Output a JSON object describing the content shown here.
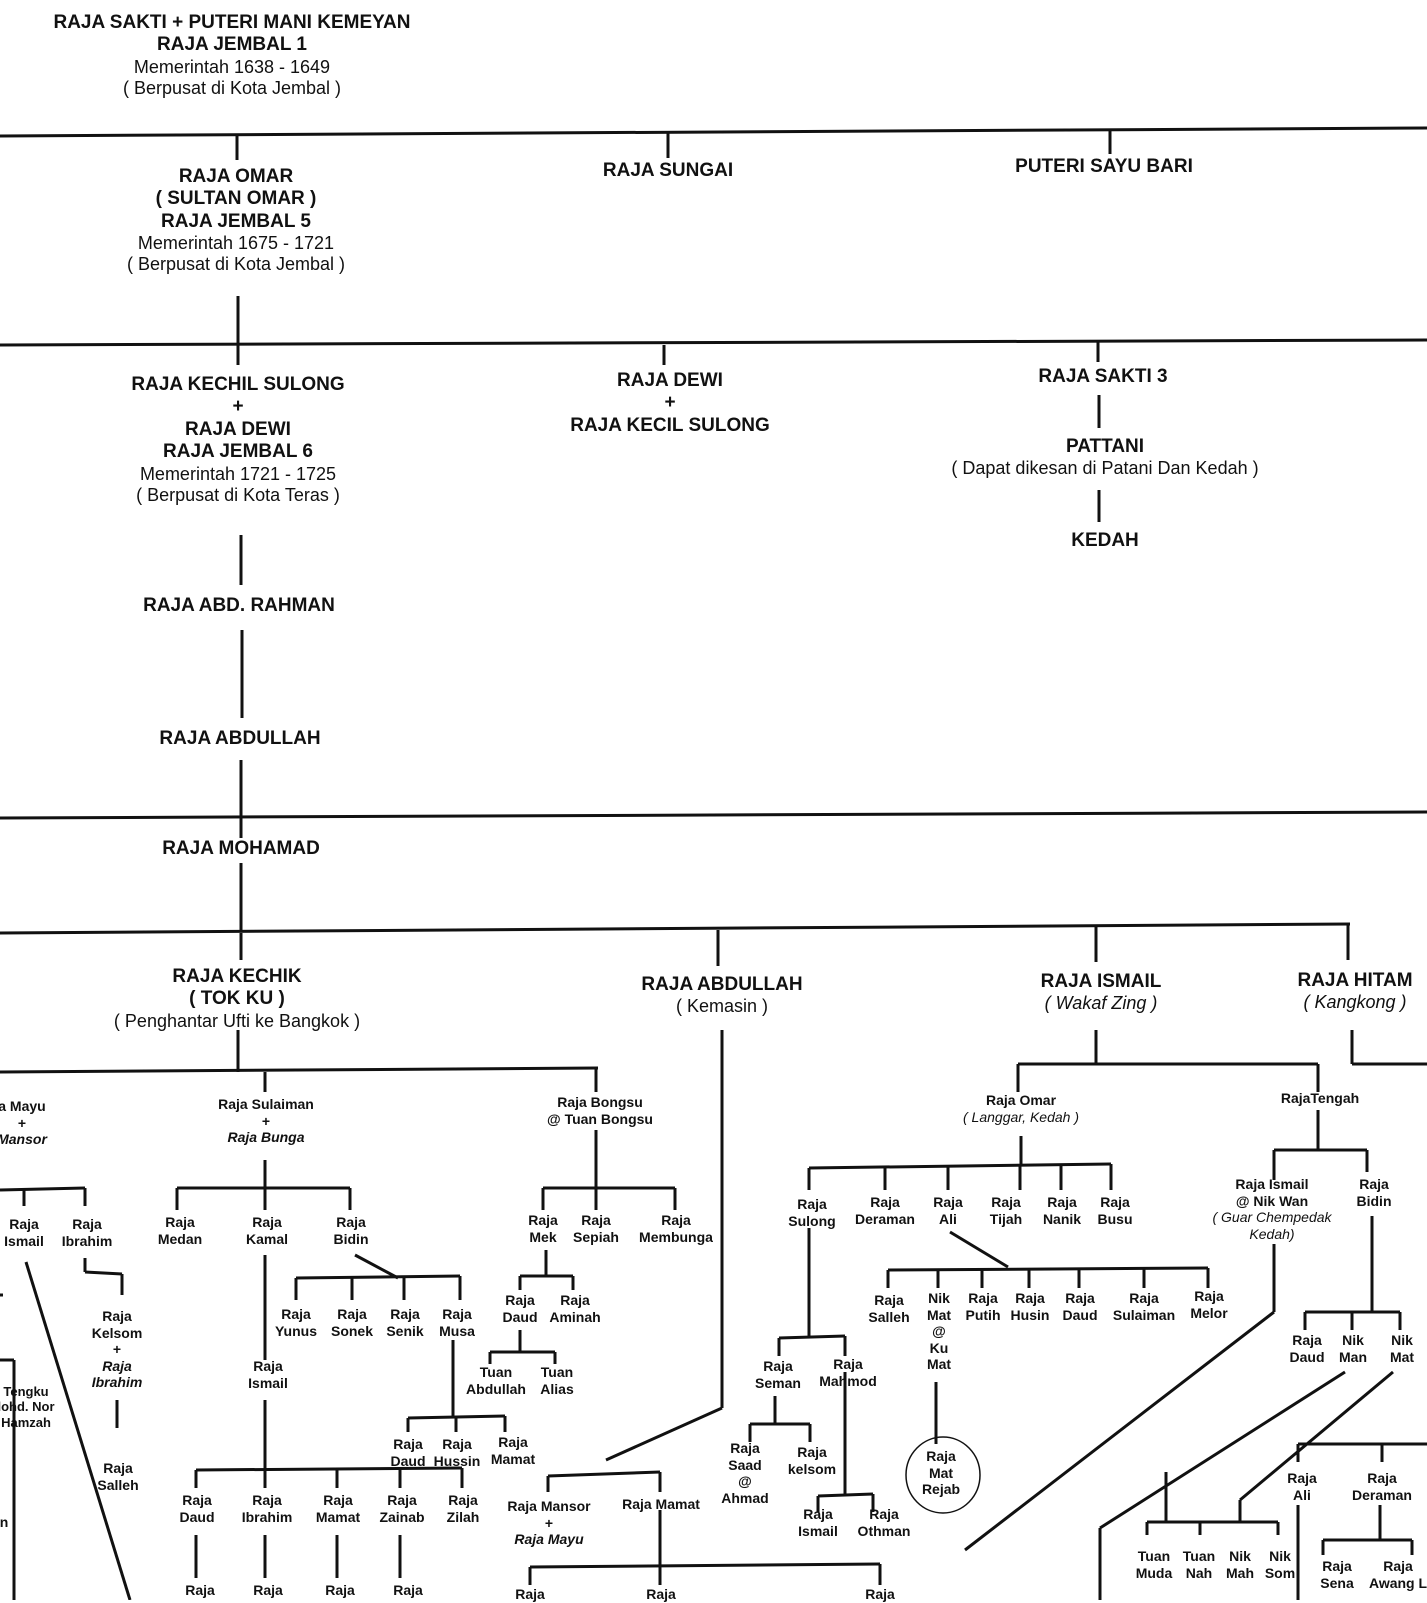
{
  "top": {
    "line1": "RAJA SAKTI + PUTERI MANI KEMEYAN",
    "line2": "RAJA JEMBAL 1",
    "line3": "Memerintah 1638 - 1649",
    "line4": "( Berpusat di Kota Jembal )"
  },
  "gen2": {
    "omar": [
      "RAJA OMAR",
      "( SULTAN OMAR )",
      "RAJA JEMBAL 5",
      "Memerintah 1675 - 1721",
      "( Berpusat di Kota Jembal )"
    ],
    "sungai": "RAJA SUNGAI",
    "sayu_bari": "PUTERI SAYU BARI"
  },
  "gen3": {
    "kechil_sulong": [
      "RAJA KECHIL SULONG",
      "+",
      "RAJA DEWI",
      "RAJA JEMBAL 6",
      "Memerintah 1721 - 1725",
      "( Berpusat di Kota Teras )"
    ],
    "dewi": [
      "RAJA DEWI",
      "+",
      "RAJA KECIL SULONG"
    ],
    "sakti3": "RAJA SAKTI 3",
    "pattani": "PATTANI",
    "pattani_note": "( Dapat dikesan di Patani Dan Kedah )",
    "kedah": "KEDAH",
    "abd_rahman": "RAJA ABD. RAHMAN",
    "abdullah": "RAJA ABDULLAH",
    "mohamad": "RAJA MOHAMAD"
  },
  "gen4": {
    "kechik": [
      "RAJA KECHIK",
      "( TOK KU )",
      "( Penghantar Ufti ke Bangkok )"
    ],
    "abdullah_kemasin": [
      "RAJA ABDULLAH",
      "( Kemasin )"
    ],
    "ismail": [
      "RAJA ISMAIL",
      "( Wakaf Zing )"
    ],
    "hitam": [
      "RAJA HITAM",
      "( Kangkong )"
    ]
  },
  "gen5": {
    "mayu": [
      "a Mayu",
      "+",
      "Mansor"
    ],
    "sulaiman": [
      "Raja Sulaiman",
      "+",
      "Raja Bunga"
    ],
    "bongsu": [
      "Raja Bongsu",
      "@ Tuan Bongsu"
    ],
    "omar_langgar": [
      "Raja Omar",
      "( Langgar, Kedah )"
    ],
    "tengah": "RajaTengah"
  },
  "gen6": {
    "raja_ismail_left": [
      "Raja",
      "Ismail"
    ],
    "raja_ibrahim_left": [
      "Raja",
      "Ibrahim"
    ],
    "medan": [
      "Raja",
      "Medan"
    ],
    "kamal": [
      "Raja",
      "Kamal"
    ],
    "bidin": [
      "Raja",
      "Bidin"
    ],
    "mek": [
      "Raja",
      "Mek"
    ],
    "sepiah": [
      "Raja",
      "Sepiah"
    ],
    "membunga": [
      "Raja",
      "Membunga"
    ],
    "sulong": [
      "Raja",
      "Sulong"
    ],
    "deraman": [
      "Raja",
      "Deraman"
    ],
    "ali": [
      "Raja",
      "Ali"
    ],
    "tijah": [
      "Raja",
      "Tijah"
    ],
    "nanik": [
      "Raja",
      "Nanik"
    ],
    "busu": [
      "Raja",
      "Busu"
    ],
    "ismail_nikwan": [
      "Raja Ismail",
      "@ Nik Wan",
      "( Guar Chempedak",
      "Kedah)"
    ],
    "bidin_right": [
      "Raja",
      "Bidin"
    ]
  },
  "gen7": {
    "kelsom": [
      "Raja",
      "Kelsom",
      "+",
      "Raja",
      "Ibrahim"
    ],
    "tengku": [
      "Tengku",
      "lohd. Nor",
      "Hamzah"
    ],
    "yunus": [
      "Raja",
      "Yunus"
    ],
    "sonek": [
      "Raja",
      "Sonek"
    ],
    "senik": [
      "Raja",
      "Senik"
    ],
    "musa": [
      "Raja",
      "Musa"
    ],
    "kamal_ismail": [
      "Raja",
      "Ismail"
    ],
    "daud_b": [
      "Raja",
      "Daud"
    ],
    "aminah": [
      "Raja",
      "Aminah"
    ],
    "tuan_abdullah": [
      "Tuan",
      "Abdullah"
    ],
    "tuan_alias": [
      "Tuan",
      "Alias"
    ],
    "seman": [
      "Raja",
      "Seman"
    ],
    "mahmod": [
      "Raja",
      "Mahmod"
    ],
    "salleh_i": [
      "Raja",
      "Salleh"
    ],
    "nik_mat": [
      "Nik",
      "Mat",
      "@",
      "Ku",
      "Mat"
    ],
    "putih": [
      "Raja",
      "Putih"
    ],
    "husin": [
      "Raja",
      "Husin"
    ],
    "daud_i": [
      "Raja",
      "Daud"
    ],
    "sulaiman_i": [
      "Raja",
      "Sulaiman"
    ],
    "melor": [
      "Raja",
      "Melor"
    ],
    "daud_r": [
      "Raja",
      "Daud"
    ],
    "nik_man": [
      "Nik",
      "Man"
    ],
    "nik_mat_r": [
      "Nik",
      "Mat"
    ]
  },
  "gen8": {
    "salleh_left": [
      "Raja",
      "Salleh"
    ],
    "daud_h": [
      "Raja",
      "Daud"
    ],
    "hussin_h": [
      "Raja",
      "Hussin"
    ],
    "mamat_h": [
      "Raja",
      "Mamat"
    ],
    "daud_k": [
      "Raja",
      "Daud"
    ],
    "ibrahim_k": [
      "Raja",
      "Ibrahim"
    ],
    "mamat_k": [
      "Raja",
      "Mamat"
    ],
    "zainab_k": [
      "Raja",
      "Zainab"
    ],
    "zilah_k": [
      "Raja",
      "Zilah"
    ],
    "mansor": [
      "Raja Mansor",
      "+",
      "Raja Mayu"
    ],
    "mamat_m": "Raja Mamat",
    "saad": [
      "Raja",
      "Saad",
      "@",
      "Ahmad"
    ],
    "kelsom_s": [
      "Raja",
      "kelsom"
    ],
    "ismail_m": [
      "Raja",
      "Ismail"
    ],
    "othman_m": [
      "Raja",
      "Othman"
    ],
    "mat_rejab": [
      "Raja",
      "Mat",
      "Rejab"
    ],
    "ali_r": [
      "Raja",
      "Ali"
    ],
    "deraman_r": [
      "Raja",
      "Deraman"
    ],
    "tuan_muda": [
      "Tuan",
      "Muda"
    ],
    "tuan_nah": [
      "Tuan",
      "Nah"
    ],
    "nik_mah": [
      "Nik",
      "Mah"
    ],
    "nik_som": [
      "Nik",
      "Som"
    ],
    "sena": [
      "Raja",
      "Sena"
    ],
    "awang": [
      "Raja",
      "Awang L"
    ]
  },
  "bottom_row": [
    "Raja",
    "Raja",
    "Raja",
    "Raja",
    "Raja",
    "Raja",
    "Raja"
  ],
  "edge_fragments": {
    "left_n": "n"
  }
}
